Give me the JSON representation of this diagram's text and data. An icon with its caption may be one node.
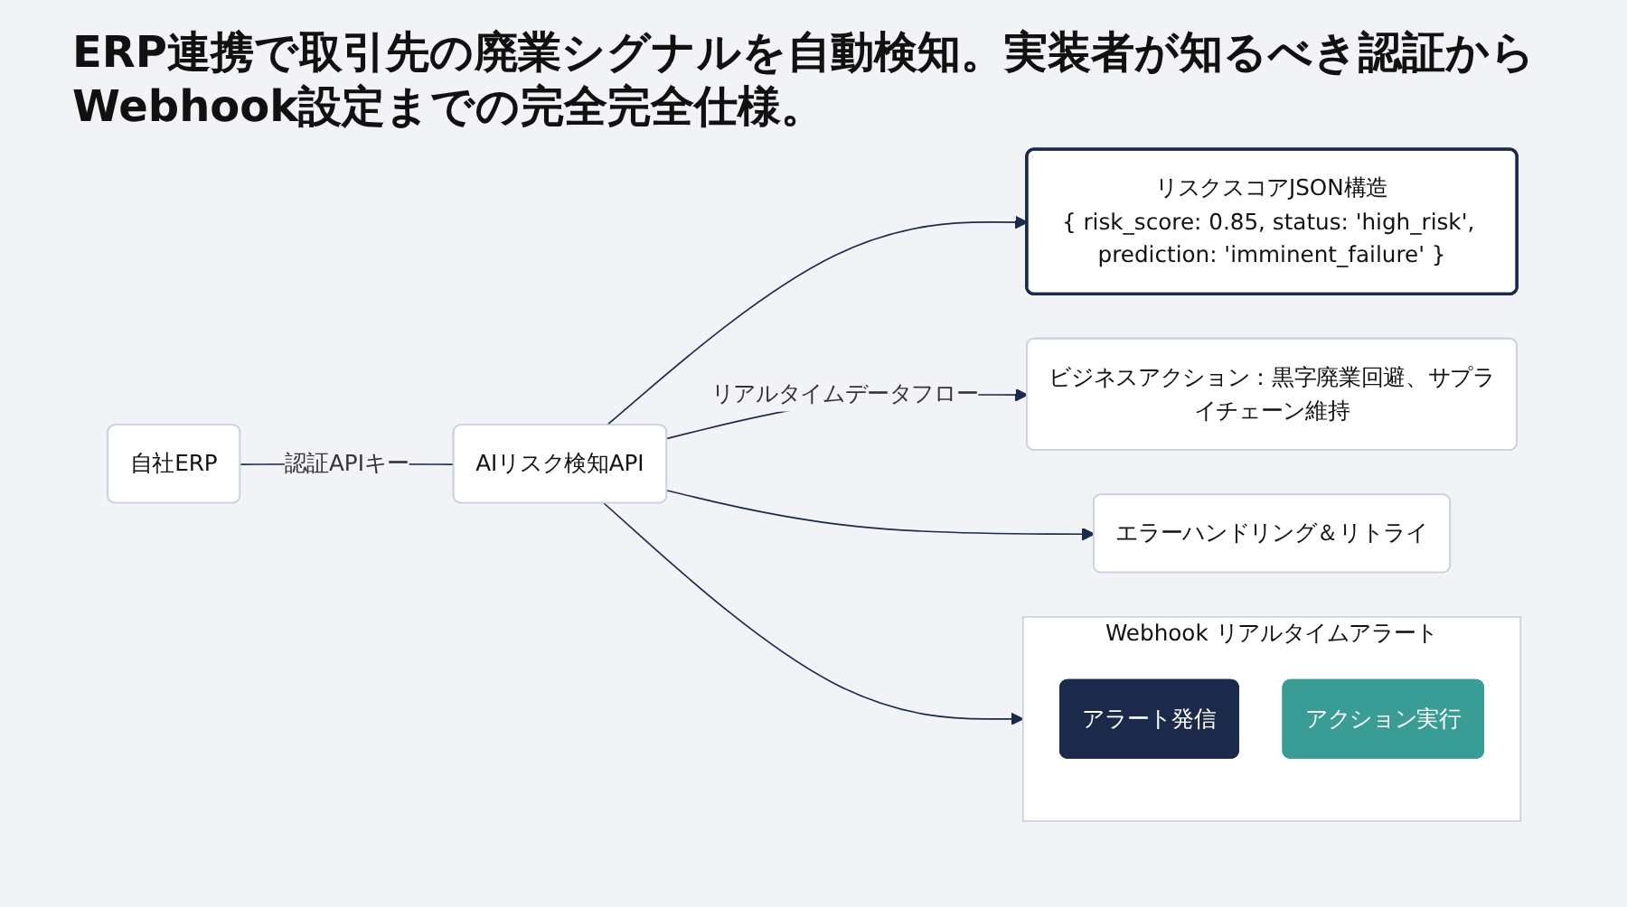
{
  "diagram": {
    "title": "ERP連携で取引先の廃業シグナルを自動検知。実装者が知るべき認証からWebhook設定までの完全完全仕様。",
    "nodes": [
      {
        "text": [
          "自社ERP"
        ]
      },
      {
        "text": [
          "AIリスク検知API"
        ]
      },
      {
        "text": [
          "リスクスコアJSON構造",
          "{ risk_score: 0.85, status: 'high_risk', prediction: 'imminent_failure' }"
        ]
      },
      {
        "text": [
          "Webhook リアルタイムアラート"
        ]
      },
      {
        "text": [
          "アラート発信"
        ],
        "in": 3
      },
      {
        "text": [
          "アクション実行"
        ],
        "in": 3
      },
      {
        "text": [
          "エラーハンドリング＆リトライ"
        ]
      },
      {
        "text": [
          "ビジネスアクション：黒字廃業回避、サプライチェーン維持"
        ]
      }
    ],
    "edges": [
      {
        "from": 0,
        "to": 1,
        "arrow": "none",
        "label": "認証APIキー"
      },
      {
        "from": 1,
        "to": 2,
        "arrow": "to"
      },
      {
        "from": 1,
        "to": 3,
        "arrow": "to"
      },
      {
        "from": 1,
        "to": 7,
        "arrow": "to",
        "label": "リアルタイムデータフロー"
      },
      {
        "from": 1,
        "to": 6,
        "arrow": "to"
      }
    ]
  }
}
